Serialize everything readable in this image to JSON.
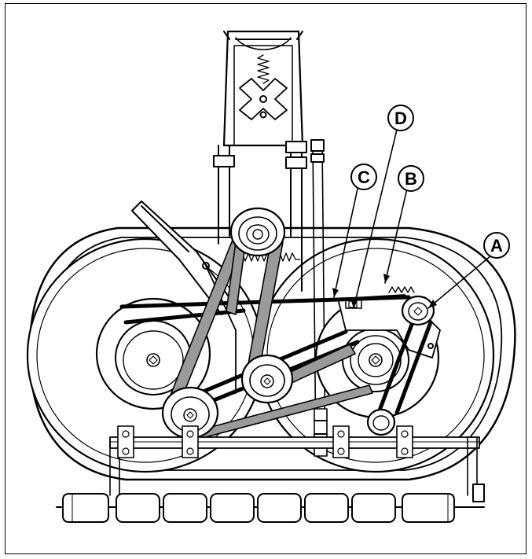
{
  "callouts": {
    "a": "A",
    "b": "B",
    "c": "C",
    "d": "D"
  },
  "colors": {
    "line": "#000000",
    "belt_grey": "#9a9a9a",
    "fill": "#ffffff"
  }
}
